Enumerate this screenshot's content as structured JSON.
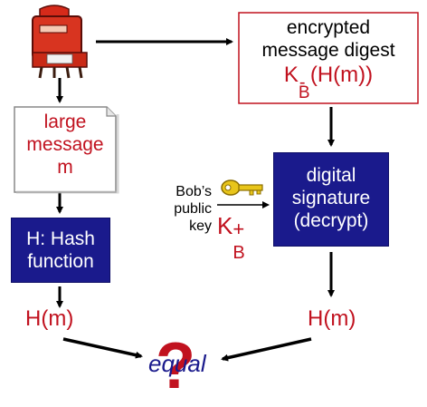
{
  "digest_box": {
    "line1": "encrypted",
    "line2": "message digest",
    "formula_k": "K",
    "formula_sup": "-",
    "formula_sub": "B",
    "formula_rest": "(H(m))"
  },
  "message_doc": {
    "line1": "large",
    "line2": "message",
    "line3": "m"
  },
  "hash_box": {
    "line1": "H: Hash",
    "line2": "function"
  },
  "key_label": {
    "line1": "Bob’s",
    "line2": "public",
    "line3": "key"
  },
  "public_key": {
    "k": "K",
    "sup": "+",
    "sub": "B"
  },
  "signature_box": {
    "line1": "digital",
    "line2": "signature",
    "line3": "(decrypt)"
  },
  "hm_left": "H(m)",
  "hm_right": "H(m)",
  "equal_text": "equal",
  "question_mark": "?",
  "colors": {
    "red_text": "#c1121f",
    "blue_box": "#1a1a8c",
    "blue_text": "#1a1a8c",
    "arrow": "#000000"
  },
  "icons": [
    "mailbox-icon",
    "key-icon",
    "question-mark-icon"
  ]
}
